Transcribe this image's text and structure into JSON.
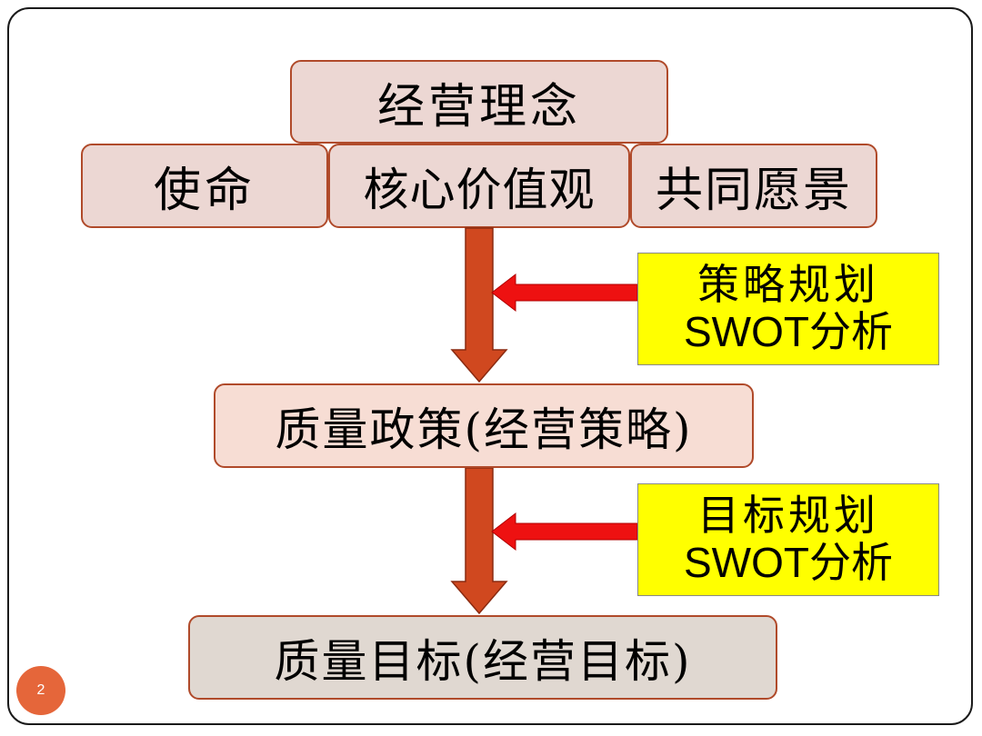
{
  "diagram": {
    "top_box": {
      "label": "经营理念"
    },
    "pillars": [
      {
        "label": "使命"
      },
      {
        "label": "核心价值观"
      },
      {
        "label": "共同愿景"
      }
    ],
    "middle_box": {
      "label": "质量政策(经营策略)"
    },
    "bottom_box": {
      "label": "质量目标(经营目标)"
    },
    "inputs": [
      {
        "title": "策略规划",
        "subtitle": "SWOT分析"
      },
      {
        "title": "目标规划",
        "subtitle": "SWOT分析"
      }
    ]
  },
  "colors": {
    "box_border": "#b04a2a",
    "box_top_fill": "#ecd7d3",
    "box_policy_fill": "#f7ddd4",
    "box_goal_fill": "#e0d8d1",
    "flow_arrow": "#d0481f",
    "input_arrow": "#ee1111",
    "input_fill": "#ffff00",
    "page_badge": "#e5663a"
  },
  "page": {
    "number": "2"
  }
}
